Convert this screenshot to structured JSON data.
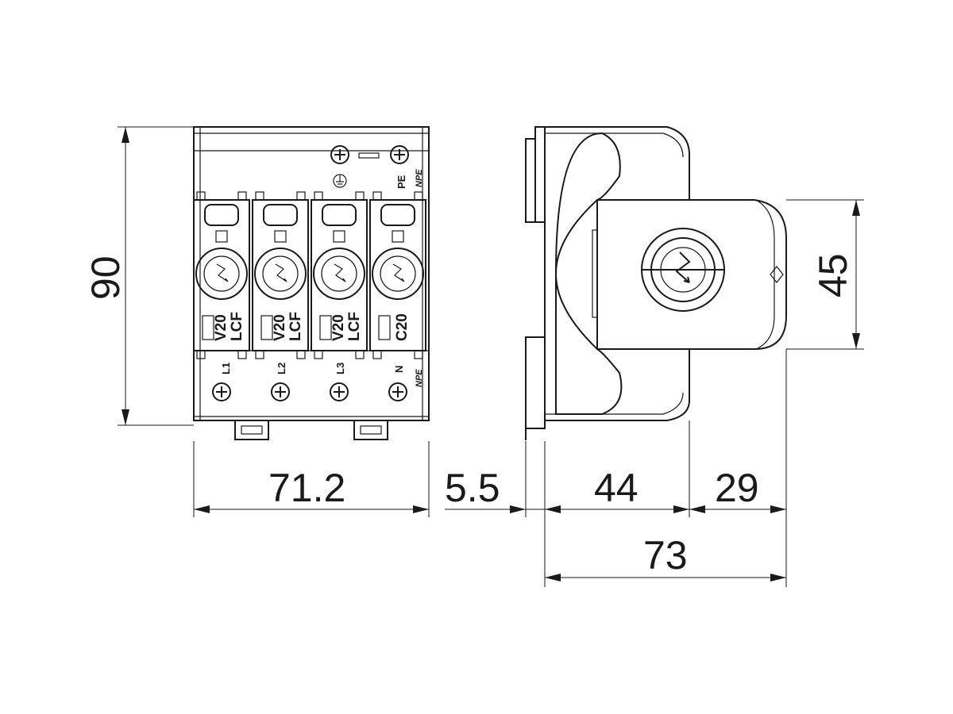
{
  "dimensions": {
    "height_total": "90",
    "width_front": "71.2",
    "rail_offset": "5.5",
    "depth_body": "44",
    "depth_cap": "29",
    "depth_total": "73",
    "cap_height": "45"
  },
  "top_labels": {
    "pe": "PE",
    "npe": "NPE"
  },
  "modules": [
    {
      "line1": "V20",
      "line2": "LCF",
      "terminal": "L1"
    },
    {
      "line1": "V20",
      "line2": "LCF",
      "terminal": "L2"
    },
    {
      "line1": "V20",
      "line2": "LCF",
      "terminal": "L3"
    },
    {
      "line1": "C20",
      "line2": "",
      "terminal": "N"
    }
  ],
  "bottom_npe": "NPE"
}
